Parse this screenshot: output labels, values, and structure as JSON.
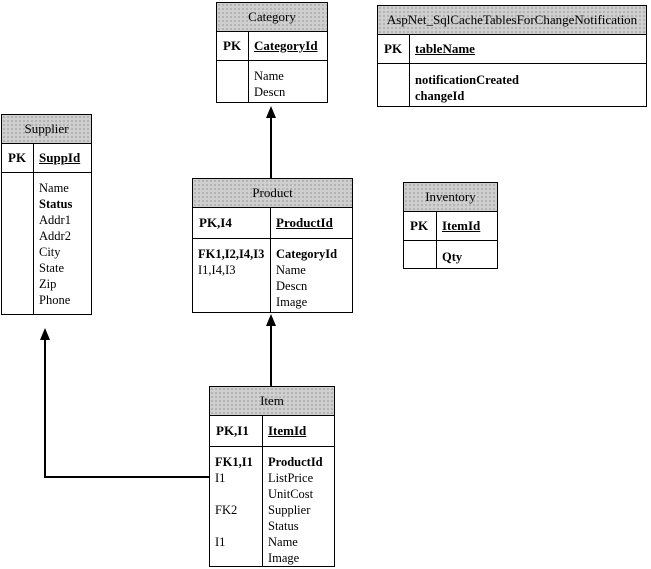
{
  "entities": {
    "category": {
      "title": "Category",
      "pk_label": "PK",
      "pk_field": "CategoryId",
      "attributes": [
        "Name",
        "Descn"
      ]
    },
    "cache_tables": {
      "title": "AspNet_SqlCacheTablesForChangeNotification",
      "pk_label": "PK",
      "pk_field": "tableName",
      "attributes": [
        "notificationCreated",
        "changeId"
      ]
    },
    "supplier": {
      "title": "Supplier",
      "pk_label": "PK",
      "pk_field": "SuppId",
      "attributes": [
        "Name",
        "Status",
        "Addr1",
        "Addr2",
        "City",
        "State",
        "Zip",
        "Phone"
      ]
    },
    "product": {
      "title": "Product",
      "pk_label": "PK,I4",
      "pk_field": "ProductId",
      "key_labels": [
        "FK1,I2,I4,I3",
        "I1,I4,I3"
      ],
      "attributes": [
        "CategoryId",
        "Name",
        "Descn",
        "Image"
      ]
    },
    "inventory": {
      "title": "Inventory",
      "pk_label": "PK",
      "pk_field": "ItemId",
      "attributes": [
        "Qty"
      ]
    },
    "item": {
      "title": "Item",
      "pk_label": "PK,I1",
      "pk_field": "ItemId",
      "key_labels": [
        "FK1,I1",
        "I1",
        "FK2",
        "I1"
      ],
      "attributes": [
        "ProductId",
        "ListPrice",
        "UnitCost",
        "Supplier",
        "Status",
        "Name",
        "Image"
      ]
    }
  }
}
